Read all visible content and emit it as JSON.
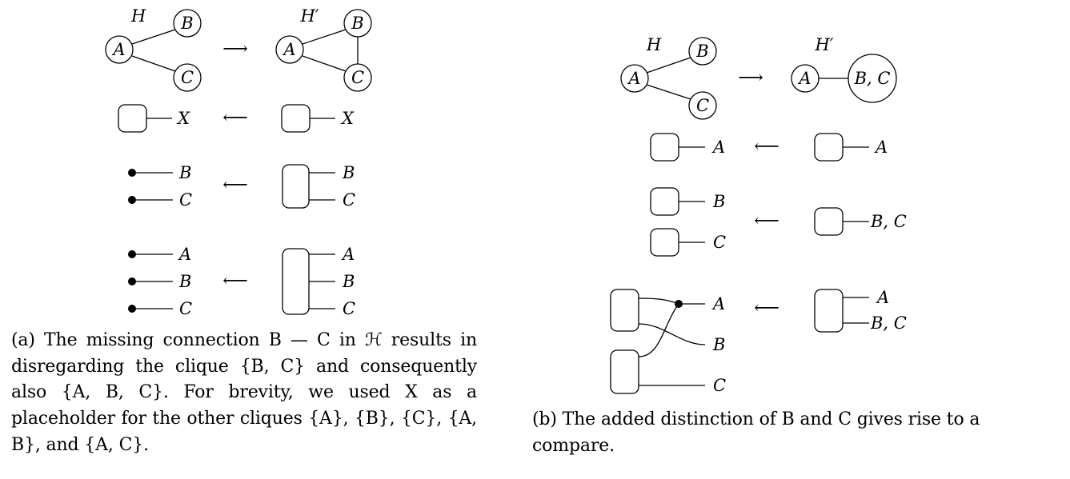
{
  "panel_a": {
    "hypergraph_left": "H",
    "hypergraph_right": "H′",
    "nodes": {
      "a": "A",
      "b": "B",
      "c": "C"
    },
    "map_arrow": "⟶",
    "back_arrow": "⟵",
    "row1": {
      "left_label": "X",
      "right_label": "X"
    },
    "row2": {
      "left_labels": [
        "B",
        "C"
      ],
      "right_labels": [
        "B",
        "C"
      ]
    },
    "row3": {
      "left_labels": [
        "A",
        "B",
        "C"
      ],
      "right_labels": [
        "A",
        "B",
        "C"
      ]
    },
    "caption": "(a) The missing connection B — C in ℋ results in disregarding the clique {B, C} and consequently also {A, B, C}. For brevity, we used X as a placeholder for the other cliques {A}, {B}, {C}, {A, B}, and {A, C}."
  },
  "panel_b": {
    "hypergraph_left": "H",
    "hypergraph_right": "H′",
    "nodes": {
      "a": "A",
      "b": "B",
      "c": "C",
      "merged": "B, C"
    },
    "map_arrow": "⟶",
    "back_arrow": "⟵",
    "row1": {
      "left_label": "A",
      "right_label": "A"
    },
    "row2": {
      "left_labels": [
        "B",
        "C"
      ],
      "right_label": "B, C"
    },
    "row3": {
      "left_labels": [
        "A",
        "B",
        "C"
      ],
      "right_labels": [
        "A",
        "B, C"
      ]
    },
    "caption": "(b) The added distinction of B and C gives rise to a compare."
  }
}
